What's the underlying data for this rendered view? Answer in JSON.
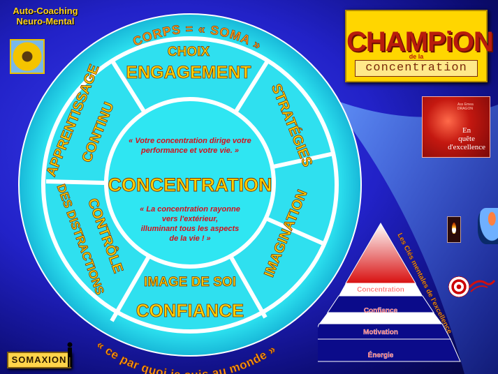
{
  "brand": {
    "line1": "Auto-Coaching",
    "line2": "Neuro-Mental"
  },
  "wheel": {
    "top_arc": "CORPS = « SOMA »",
    "bottom_arc": "« ce par quoi je suis au monde »",
    "segments": {
      "choix": "CHOIX",
      "engagement": "ENGAGEMENT",
      "strategies": "STRATÉGIES",
      "imagination": "IMAGINATION",
      "image_de_soi": "IMAGE DE SOI",
      "confiance": "CONFIANCE",
      "controle": "CONTRÔLE",
      "des_distractions": "DES DISTRACTIONS",
      "apprentissage": "APPRENTISSAGE",
      "continu": "CONTINU"
    },
    "center": {
      "title": "CONCENTRATION",
      "quote1_line1": "« Votre concentration dirige votre",
      "quote1_line2": "performance et votre vie. »",
      "quote2_line1": "« La concentration rayonne",
      "quote2_line2": "vers l'extérieur,",
      "quote2_line3": "illuminant tous les aspects",
      "quote2_line4": "de la vie ! »"
    }
  },
  "champion": {
    "title": "CHAMPiON",
    "small": "de la",
    "subtitle": "concentration"
  },
  "book": {
    "line1": "En",
    "line2": "quête",
    "line3": "d'excellence",
    "small": "Ass Emea DRAGON"
  },
  "pyramid": {
    "side_label": "Les Clés mentales de l'excellence",
    "levels": [
      "Concentration",
      "Confiance",
      "Motivation",
      "Énergie"
    ]
  },
  "logo": {
    "text": "SOMAXION"
  },
  "colors": {
    "wheel_outer": "#2fe6f2",
    "wheel_inner": "#1fd8e8",
    "accent_orange": "#ff9a1a",
    "accent_yellow": "#ffd200",
    "center_red": "#d4101a",
    "pyramid_red": "#d81010"
  }
}
